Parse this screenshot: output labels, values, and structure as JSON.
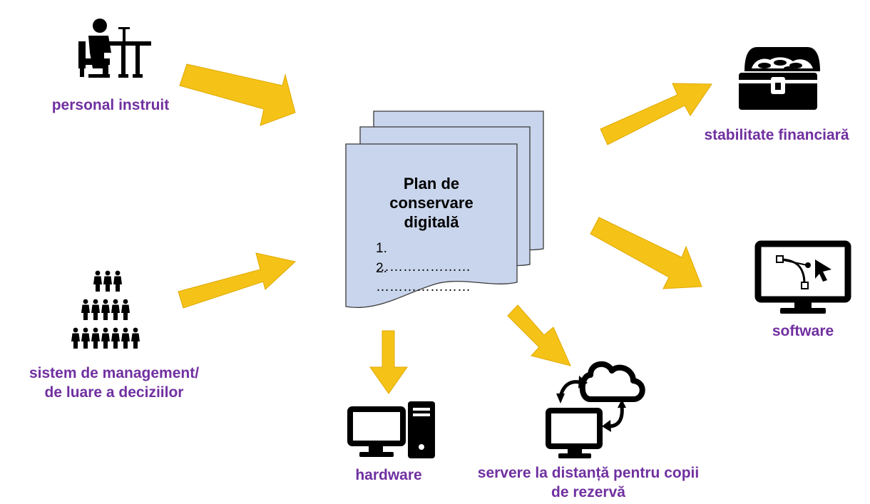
{
  "title": {
    "line1": "Plan de",
    "line2": "conservare",
    "line3": "digitală"
  },
  "plan_items": [
    {
      "number": "1.",
      "text": "…………………"
    },
    {
      "number": "2.",
      "text": "…………………"
    }
  ],
  "labels": {
    "trained_staff": "personal instruit",
    "management_line1": "sistem de management/",
    "management_line2": "de luare a deciziilor",
    "hardware": "hardware",
    "remote_line1": "servere la distanță pentru copii",
    "remote_line2": "de rezervă",
    "financial": "stabilitate financiară",
    "software": "software"
  },
  "colors": {
    "arrow": "#f5c318",
    "label": "#7030a0",
    "document_fill": "#c9d5ec",
    "icon": "#000000"
  },
  "icons": [
    "person-at-desk-icon",
    "people-hierarchy-icon",
    "computer-tower-icon",
    "cloud-sync-icon",
    "treasure-chest-icon",
    "monitor-vector-icon"
  ]
}
